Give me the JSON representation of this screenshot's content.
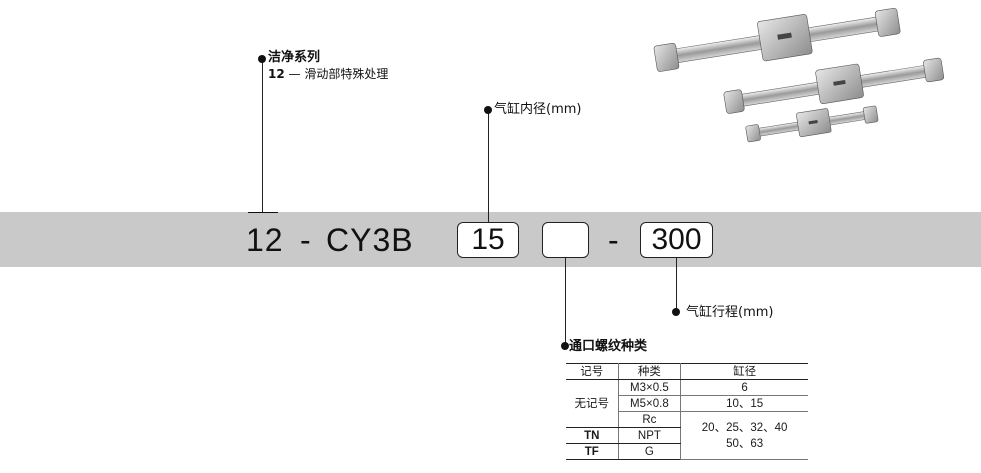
{
  "model_code": {
    "prefix": "12",
    "dash1": "-",
    "series": "CY3B",
    "bore_box": "15",
    "port_box": "",
    "dash2": "-",
    "stroke_box": "300"
  },
  "callouts": {
    "clean_series": {
      "title": "洁净系列",
      "code": "12",
      "sep": "—",
      "desc": "滑动部特殊处理"
    },
    "bore": {
      "label": "气缸内径(mm)"
    },
    "stroke": {
      "label": "气缸行程(mm)"
    },
    "port": {
      "label": "通口螺纹种类"
    }
  },
  "port_table": {
    "headers": [
      "记号",
      "种类",
      "缸径"
    ],
    "rows": [
      {
        "symbol": "",
        "type": "M3×0.5",
        "bore": "6"
      },
      {
        "symbol": "无记号",
        "type": "M5×0.8",
        "bore": "10、15"
      },
      {
        "symbol": "",
        "type": "Rc",
        "bore": ""
      },
      {
        "symbol": "TN",
        "type": "NPT",
        "bore": "20、25、32、40"
      },
      {
        "symbol": "TF",
        "type": "G",
        "bore": "50、63"
      }
    ]
  },
  "colors": {
    "band": "#c9c9c9",
    "line": "#222222"
  }
}
